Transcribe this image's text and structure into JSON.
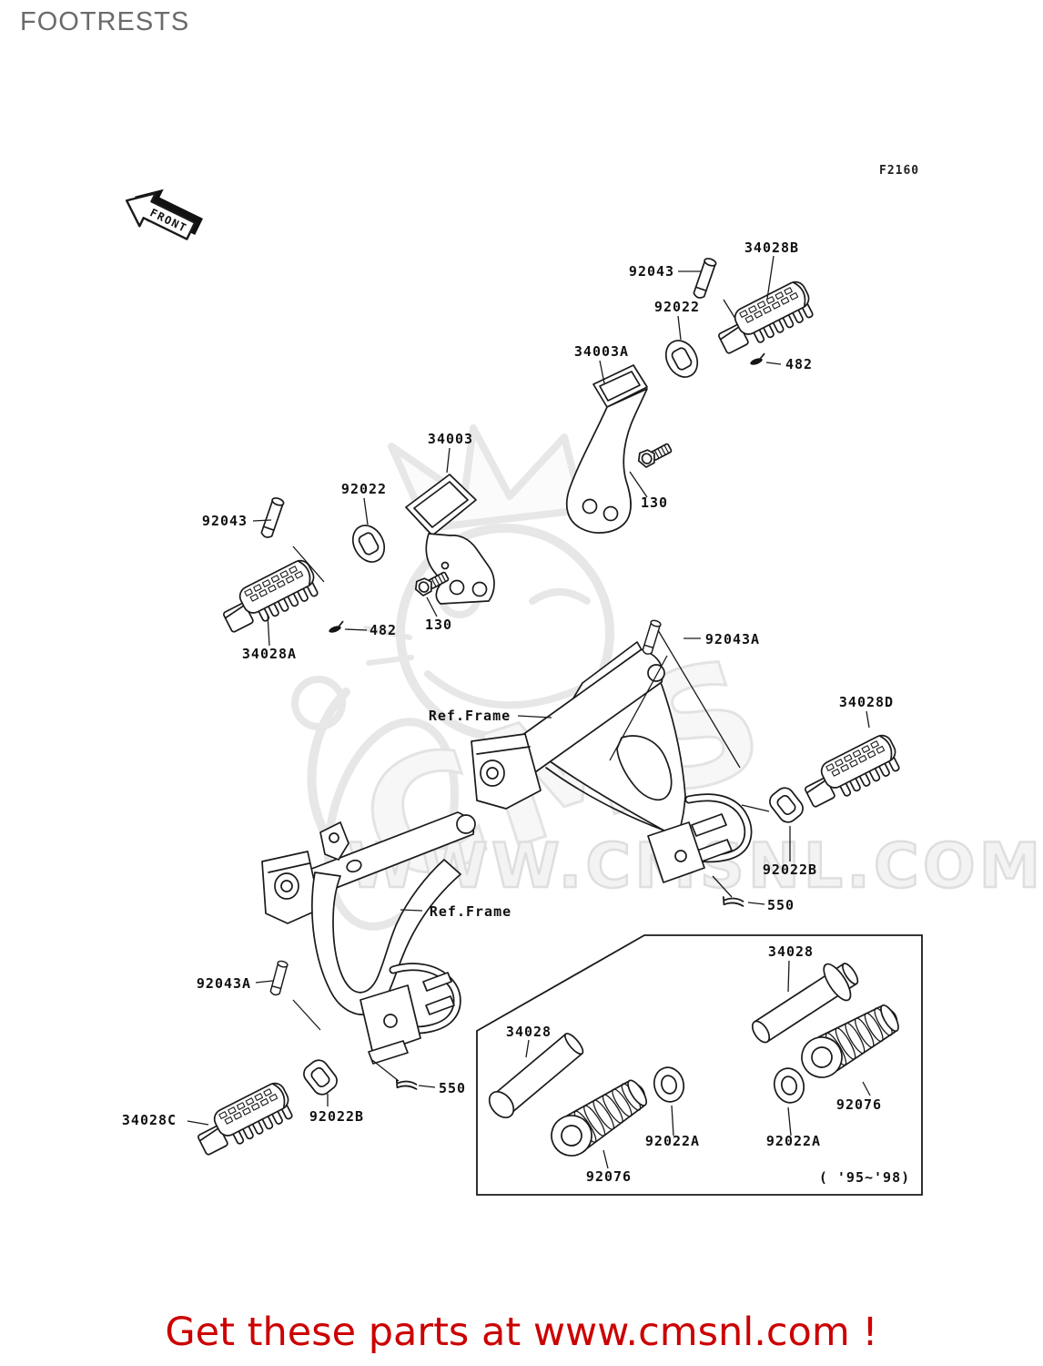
{
  "page": {
    "title": "FOOTRESTS",
    "figure_code": "F2160",
    "front_arrow": "FRONT",
    "footer": "Get these parts at www.cmsnl.com !",
    "watermark": {
      "logo_text": "CMS",
      "url_text": "WWW.CMSNL.COM"
    }
  },
  "diagram": {
    "labels": [
      {
        "text": "34028B"
      },
      {
        "text": "92043"
      },
      {
        "text": "92022"
      },
      {
        "text": "34003A"
      },
      {
        "text": "482"
      },
      {
        "text": "34003"
      },
      {
        "text": "92022"
      },
      {
        "text": "92043"
      },
      {
        "text": "130"
      },
      {
        "text": "130"
      },
      {
        "text": "482"
      },
      {
        "text": "34028A"
      },
      {
        "text": "92043A"
      },
      {
        "text": "Ref.Frame"
      },
      {
        "text": "34028D"
      },
      {
        "text": "92022B"
      },
      {
        "text": "550"
      },
      {
        "text": "Ref.Frame"
      },
      {
        "text": "92043A"
      },
      {
        "text": "550"
      },
      {
        "text": "92022B"
      },
      {
        "text": "34028C"
      },
      {
        "text": "34028"
      },
      {
        "text": "34028"
      },
      {
        "text": "92076"
      },
      {
        "text": "92076"
      },
      {
        "text": "92022A"
      },
      {
        "text": "92022A"
      },
      {
        "text": "( '95~'98)"
      }
    ]
  }
}
